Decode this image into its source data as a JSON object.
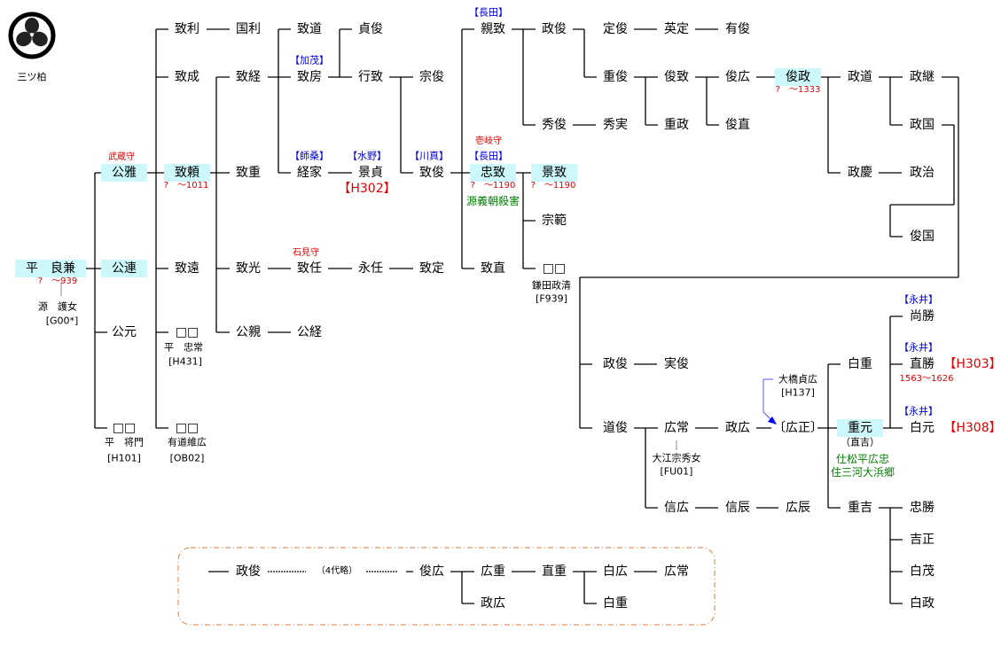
{
  "crest": {
    "label": "三ツ柏"
  },
  "persons": {
    "yoshikane": "平　良兼",
    "kinmasa": "公雅",
    "kinmura": "公連",
    "kinmoto": "公元",
    "masakado_box": "□□",
    "munetoshi_a": "致利",
    "munenari": "致成",
    "muneyori": "致頼",
    "munetoo": "致遠",
    "tadatsune_box": "□□",
    "arimichi_box": "□□",
    "kunitoshi": "国利",
    "munetsune": "致経",
    "muneshige": "致重",
    "munemitsu": "致光",
    "kinchika": "公親",
    "munemichi": "致道",
    "munefusa": "致房",
    "ieie": "経家",
    "munetoo2": "致任",
    "kintsune": "公経",
    "sadatoshi": "貞俊",
    "yukimune": "行致",
    "kagesada": "景貞",
    "eitou": "永任",
    "munetoshi": "宗俊",
    "munetoshi2": "致俊",
    "munesada": "致定",
    "chikamune": "親致",
    "tadamune": "忠致",
    "munenao": "致直",
    "masatoshi": "政俊",
    "hidetoshi": "秀俊",
    "kagemune": "景致",
    "munenori": "宗範",
    "kamata_box": "□□",
    "sadatoshi2": "定俊",
    "shigetoshi": "重俊",
    "hidezane": "秀実",
    "hidesada": "英定",
    "toshimune": "俊致",
    "shigemasa": "重政",
    "aritoshi": "有俊",
    "toshihiro": "俊広",
    "toshinao": "俊直",
    "toshimasa": "俊政",
    "masamichi": "政道",
    "masayoshi": "政慶",
    "masatsugu": "政継",
    "masakuni": "政国",
    "masaharu": "政治",
    "toshikuni": "俊国",
    "masatoshi2": "政俊",
    "sanetoshi": "実俊",
    "michitoshi": "道俊",
    "hirotsune": "広常",
    "masahiro": "政広",
    "hiromasa": "〔広正〕",
    "nobuhiro": "信広",
    "nobutoki": "信辰",
    "hirotoki": "広辰",
    "shirashige": "白重",
    "shigemoto": "重元",
    "shigeyoshi": "重吉",
    "naokatsu_a": "尚勝",
    "naokatsu": "直勝",
    "shiramoto": "白元",
    "tadakatsu": "忠勝",
    "yoshimasa": "吉正",
    "shirashige2": "白茂",
    "shiramasa": "白政"
  },
  "notes": {
    "musashi": "武蔵守",
    "muneyori_dates": "?　～1011",
    "yoshikane_dates": "?　～939",
    "iwami": "石見守",
    "iki": "壱岐守",
    "tadamune_dates": "?　～1190",
    "kagemune_dates": "?　～1190",
    "toshimasa_dates": "?　～1333",
    "naokatsu_dates": "1563～1626",
    "kamo": "【加茂】",
    "shiso": "【師桑】",
    "mizuno": "【水野】",
    "kawama": "【川真】",
    "osada1": "【長田】",
    "osada2": "【長田】",
    "nagai1": "【永井】",
    "nagai2": "【永井】",
    "nagai3": "【永井】",
    "h302": "【H302】",
    "h303": "【H303】",
    "h308": "【H308】",
    "yoshitomo": "源義朝殺害",
    "tsukae": "仕松平広忠",
    "sumu": "住三河大浜郷",
    "minamoto_wife": "源　護女",
    "g00": "[G00*]",
    "tadatsune": "平　忠常",
    "h431": "[H431]",
    "masakado": "平　将門",
    "h101": "[H101]",
    "arimichi": "有道維広",
    "ob02": "[OB02]",
    "kamata": "鎌田政清",
    "f939": "[F939]",
    "oe_wife": "大江宗秀女",
    "fu01": "[FU01]",
    "ohashi": "大橋貞広",
    "h137": "[H137]",
    "naoyoshi": "（直吉）"
  },
  "inset": {
    "masatoshi": "政俊",
    "omitted": "（4代略）",
    "toshihiro": "俊広",
    "hiroshige": "広重",
    "naoshige": "直重",
    "shirahiro": "白広",
    "hirotsune": "広常",
    "masahiro": "政広",
    "shirashige": "白重"
  },
  "colors": {
    "highlight": "#ccf8fc",
    "note_red": "#e00000",
    "clan_blue": "#0000e0",
    "remark_green": "#008000",
    "inset_border": "#e07b39"
  }
}
